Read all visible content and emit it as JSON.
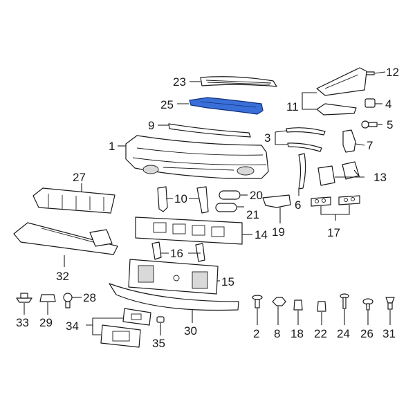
{
  "accent_color": "#3a6fd8",
  "highlighted_callout": "25",
  "callouts": [
    {
      "key": "c23",
      "text": "23"
    },
    {
      "key": "c12",
      "text": "12"
    },
    {
      "key": "c25",
      "text": "25"
    },
    {
      "key": "c11",
      "text": "11"
    },
    {
      "key": "c4",
      "text": "4"
    },
    {
      "key": "c9",
      "text": "9"
    },
    {
      "key": "c5",
      "text": "5"
    },
    {
      "key": "c1",
      "text": "1"
    },
    {
      "key": "c3",
      "text": "3"
    },
    {
      "key": "c7",
      "text": "7"
    },
    {
      "key": "c27",
      "text": "27"
    },
    {
      "key": "c13",
      "text": "13"
    },
    {
      "key": "c10",
      "text": "10"
    },
    {
      "key": "c20",
      "text": "20"
    },
    {
      "key": "c21",
      "text": "21"
    },
    {
      "key": "c6",
      "text": "6"
    },
    {
      "key": "c19",
      "text": "19"
    },
    {
      "key": "c14",
      "text": "14"
    },
    {
      "key": "c17",
      "text": "17"
    },
    {
      "key": "c16",
      "text": "16"
    },
    {
      "key": "c32",
      "text": "32"
    },
    {
      "key": "c15",
      "text": "15"
    },
    {
      "key": "c28",
      "text": "28"
    },
    {
      "key": "c33",
      "text": "33"
    },
    {
      "key": "c29",
      "text": "29"
    },
    {
      "key": "c30",
      "text": "30"
    },
    {
      "key": "c34",
      "text": "34"
    },
    {
      "key": "c35",
      "text": "35"
    },
    {
      "key": "c2",
      "text": "2"
    },
    {
      "key": "c8",
      "text": "8"
    },
    {
      "key": "c18",
      "text": "18"
    },
    {
      "key": "c22",
      "text": "22"
    },
    {
      "key": "c24",
      "text": "24"
    },
    {
      "key": "c26",
      "text": "26"
    },
    {
      "key": "c31",
      "text": "31"
    }
  ]
}
